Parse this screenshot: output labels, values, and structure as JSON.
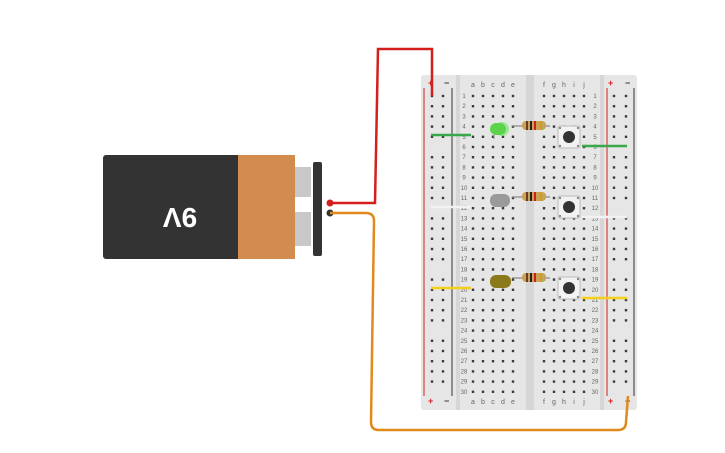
{
  "battery": {
    "label": "9V"
  },
  "breadboard": {
    "columns_left": [
      "a",
      "b",
      "c",
      "d",
      "e"
    ],
    "columns_right": [
      "f",
      "g",
      "h",
      "i",
      "j"
    ],
    "rows": 30,
    "rail_plus": "+",
    "rail_minus": "−"
  },
  "colors": {
    "wire_red": "#d3201f",
    "wire_orange": "#e08a1e",
    "wire_green": "#3aa84a",
    "wire_white": "#f2f2f2",
    "wire_yellow": "#f5d01a",
    "led_green": "#5cd34a",
    "led_white": "#9a9a9a",
    "led_yellow": "#8a7a1a",
    "battery_body": "#333333",
    "battery_label": "#d38b4e",
    "board": "#e6e6e6"
  },
  "leds": [
    {
      "name": "led-green",
      "color": "green"
    },
    {
      "name": "led-white",
      "color": "white"
    },
    {
      "name": "led-yellow",
      "color": "yellow"
    }
  ],
  "icons": [
    "resistor-icon",
    "pushbutton-icon",
    "led-icon",
    "battery-icon"
  ]
}
